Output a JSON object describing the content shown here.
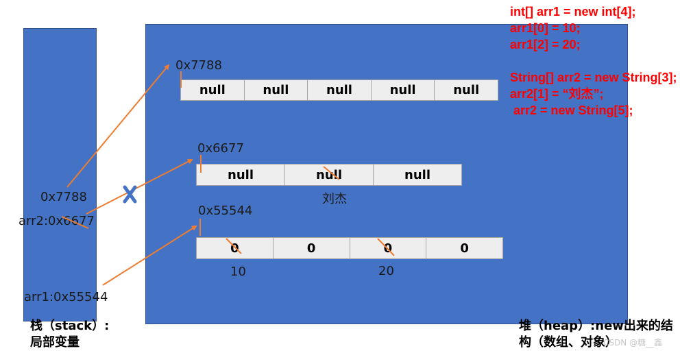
{
  "stack": {
    "addr_label": "0x7788",
    "arr2_label": "arr2:0x6677",
    "arr1_label": "arr1:0x55544",
    "caption_line1": "栈（stack）:",
    "caption_line2": "局部变量"
  },
  "heap": {
    "caption_line1": "堆（heap）:new出来的结",
    "caption_line2": "构（数组、对象）",
    "arrays": [
      {
        "address": "0x7788",
        "cells": [
          "null",
          "null",
          "null",
          "null",
          "null"
        ]
      },
      {
        "address": "0x6677",
        "cells": [
          "null",
          "null",
          "null"
        ],
        "below_text": "刘杰"
      },
      {
        "address": "0x55544",
        "cells": [
          "0",
          "0",
          "0",
          "0"
        ],
        "below_values": [
          "10",
          "20"
        ]
      }
    ]
  },
  "code": [
    "int[] arr1 = new int[4];",
    "arr1[0] = 10;",
    "arr1[2] = 20;",
    "",
    "String[] arr2 = new String[3];",
    "arr2[1] = “刘杰”;",
    " arr2 = new String[5];"
  ],
  "watermark": "CSDN @糖__鑫",
  "colors": {
    "panel": "#4472c4",
    "arrow": "#ed7d31",
    "code": "#ff0000",
    "cell": "#eeeeee",
    "cross": "#4472c4"
  }
}
